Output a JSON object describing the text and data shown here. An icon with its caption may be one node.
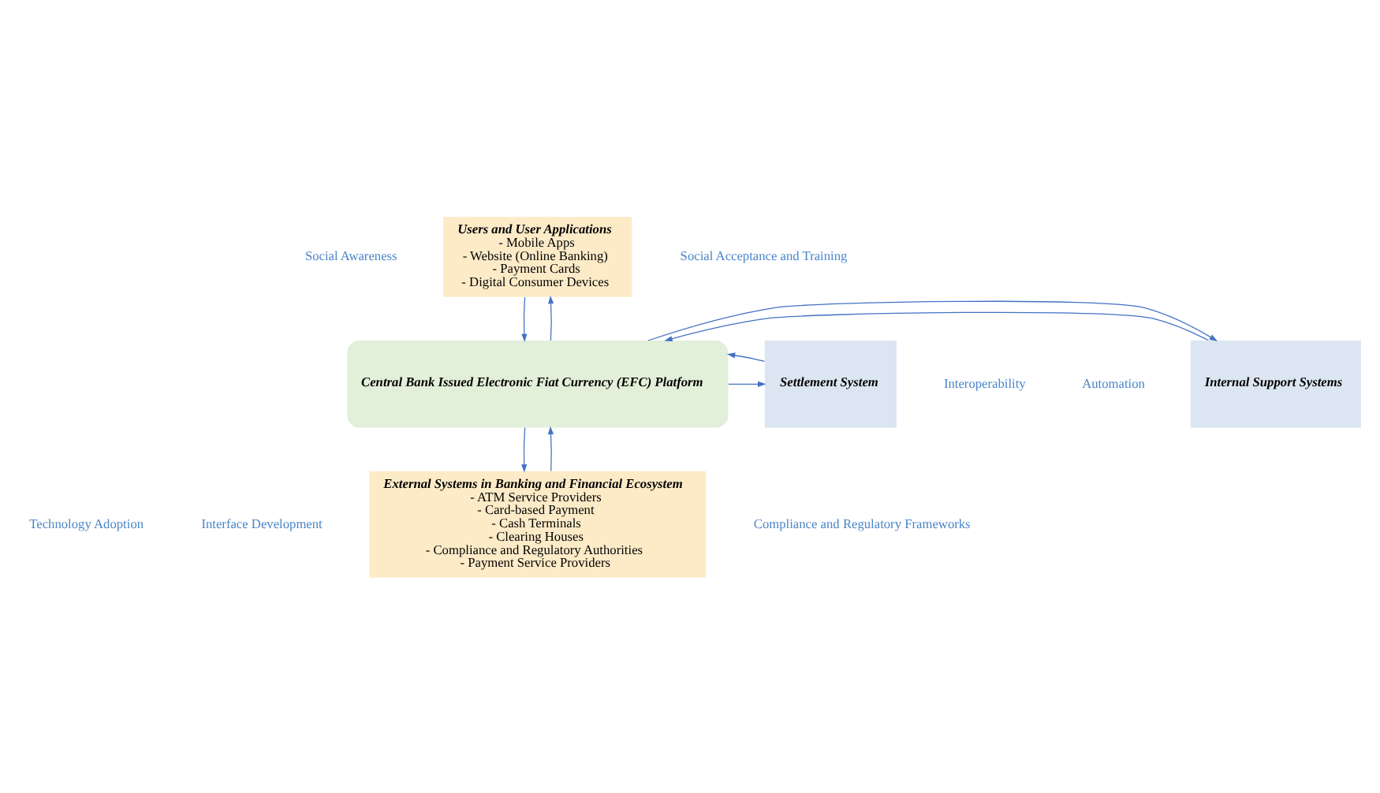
{
  "diagram": {
    "nodes": [
      {
        "text": [
          "Users and User Applications",
          "- Mobile Apps",
          "- Website (Online Banking)",
          "- Payment Cards",
          "- Digital Consumer Devices"
        ]
      },
      {
        "text": [
          "Internal Support Systems"
        ]
      },
      {
        "text": [
          "Central Bank Issued Electronic Fiat Currency (EFC) Platform"
        ]
      },
      {
        "text": [
          "Settlement System"
        ]
      },
      {
        "text": [
          "External Systems in Banking and Financial Ecosystem",
          "- ATM Service Providers",
          "- Card-based Payment",
          "- Cash Terminals",
          "- Clearing Houses",
          "- Compliance and Regulatory Authorities",
          "- Payment Service Providers"
        ]
      }
    ],
    "edges": [
      {
        "from": 0,
        "to": 2,
        "arrow": "to"
      },
      {
        "from": 2,
        "to": 0,
        "arrow": "to"
      },
      {
        "from": 1,
        "to": 2,
        "arrow": "to"
      },
      {
        "from": 2,
        "to": 3,
        "arrow": "to"
      },
      {
        "from": 2,
        "to": 1,
        "arrow": "to"
      },
      {
        "from": 3,
        "to": 2,
        "arrow": "to"
      },
      {
        "from": 2,
        "to": 4,
        "arrow": "to"
      },
      {
        "from": 4,
        "to": 2,
        "arrow": "to"
      }
    ],
    "labels": [
      "Social Awareness",
      "Social Acceptance and Training",
      "Automation",
      "Interoperability",
      "Technology Adoption",
      "Interface Development",
      "Compliance and Regulatory Frameworks"
    ]
  }
}
